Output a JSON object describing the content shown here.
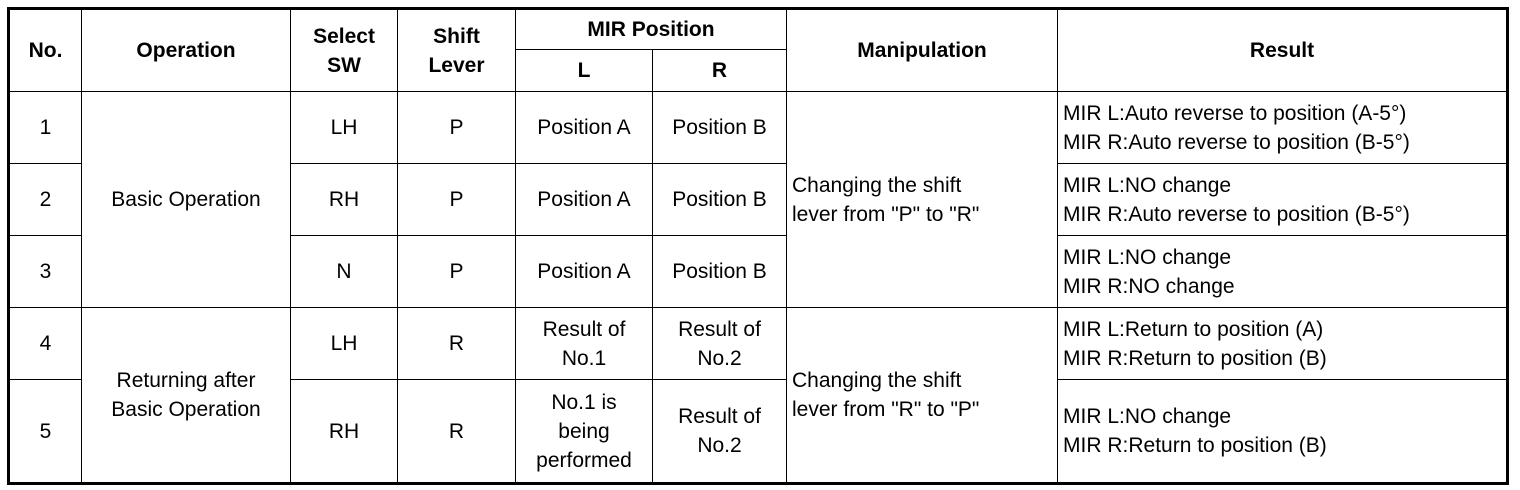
{
  "headers": {
    "no": "No.",
    "operation": "Operation",
    "select_sw": [
      "Select",
      "SW"
    ],
    "shift_lever": [
      "Shift",
      "Lever"
    ],
    "mir_position": "MIR Position",
    "mir_l": "L",
    "mir_r": "R",
    "manipulation": "Manipulation",
    "result": "Result"
  },
  "groups": [
    {
      "operation": [
        "Basic Operation"
      ],
      "manipulation": [
        "Changing the shift",
        "lever from \"P\" to \"R\""
      ]
    },
    {
      "operation": [
        "Returning after",
        "Basic Operation"
      ],
      "manipulation": [
        "Changing the shift",
        "lever from \"R\" to \"P\""
      ]
    }
  ],
  "rows": [
    {
      "no": "1",
      "select_sw": "LH",
      "shift_lever": "P",
      "mir_l": [
        "Position A"
      ],
      "mir_r": [
        "Position B"
      ],
      "result": [
        "MIR L:Auto reverse to position (A-5°)",
        "MIR R:Auto reverse to position (B-5°)"
      ]
    },
    {
      "no": "2",
      "select_sw": "RH",
      "shift_lever": "P",
      "mir_l": [
        "Position A"
      ],
      "mir_r": [
        "Position B"
      ],
      "result": [
        "MIR L:NO change",
        "MIR R:Auto reverse to position (B-5°)"
      ]
    },
    {
      "no": "3",
      "select_sw": "N",
      "shift_lever": "P",
      "mir_l": [
        "Position A"
      ],
      "mir_r": [
        "Position B"
      ],
      "result": [
        "MIR L:NO change",
        "MIR R:NO change"
      ]
    },
    {
      "no": "4",
      "select_sw": "LH",
      "shift_lever": "R",
      "mir_l": [
        "Result of",
        "No.1"
      ],
      "mir_r": [
        "Result of",
        "No.2"
      ],
      "result": [
        "MIR L:Return to position (A)",
        "MIR R:Return to position (B)"
      ]
    },
    {
      "no": "5",
      "select_sw": "RH",
      "shift_lever": "R",
      "mir_l": [
        "No.1 is",
        "being",
        "performed"
      ],
      "mir_r": [
        "Result of",
        "No.2"
      ],
      "result": [
        "MIR L:NO change",
        "MIR R:Return to position (B)"
      ]
    }
  ]
}
